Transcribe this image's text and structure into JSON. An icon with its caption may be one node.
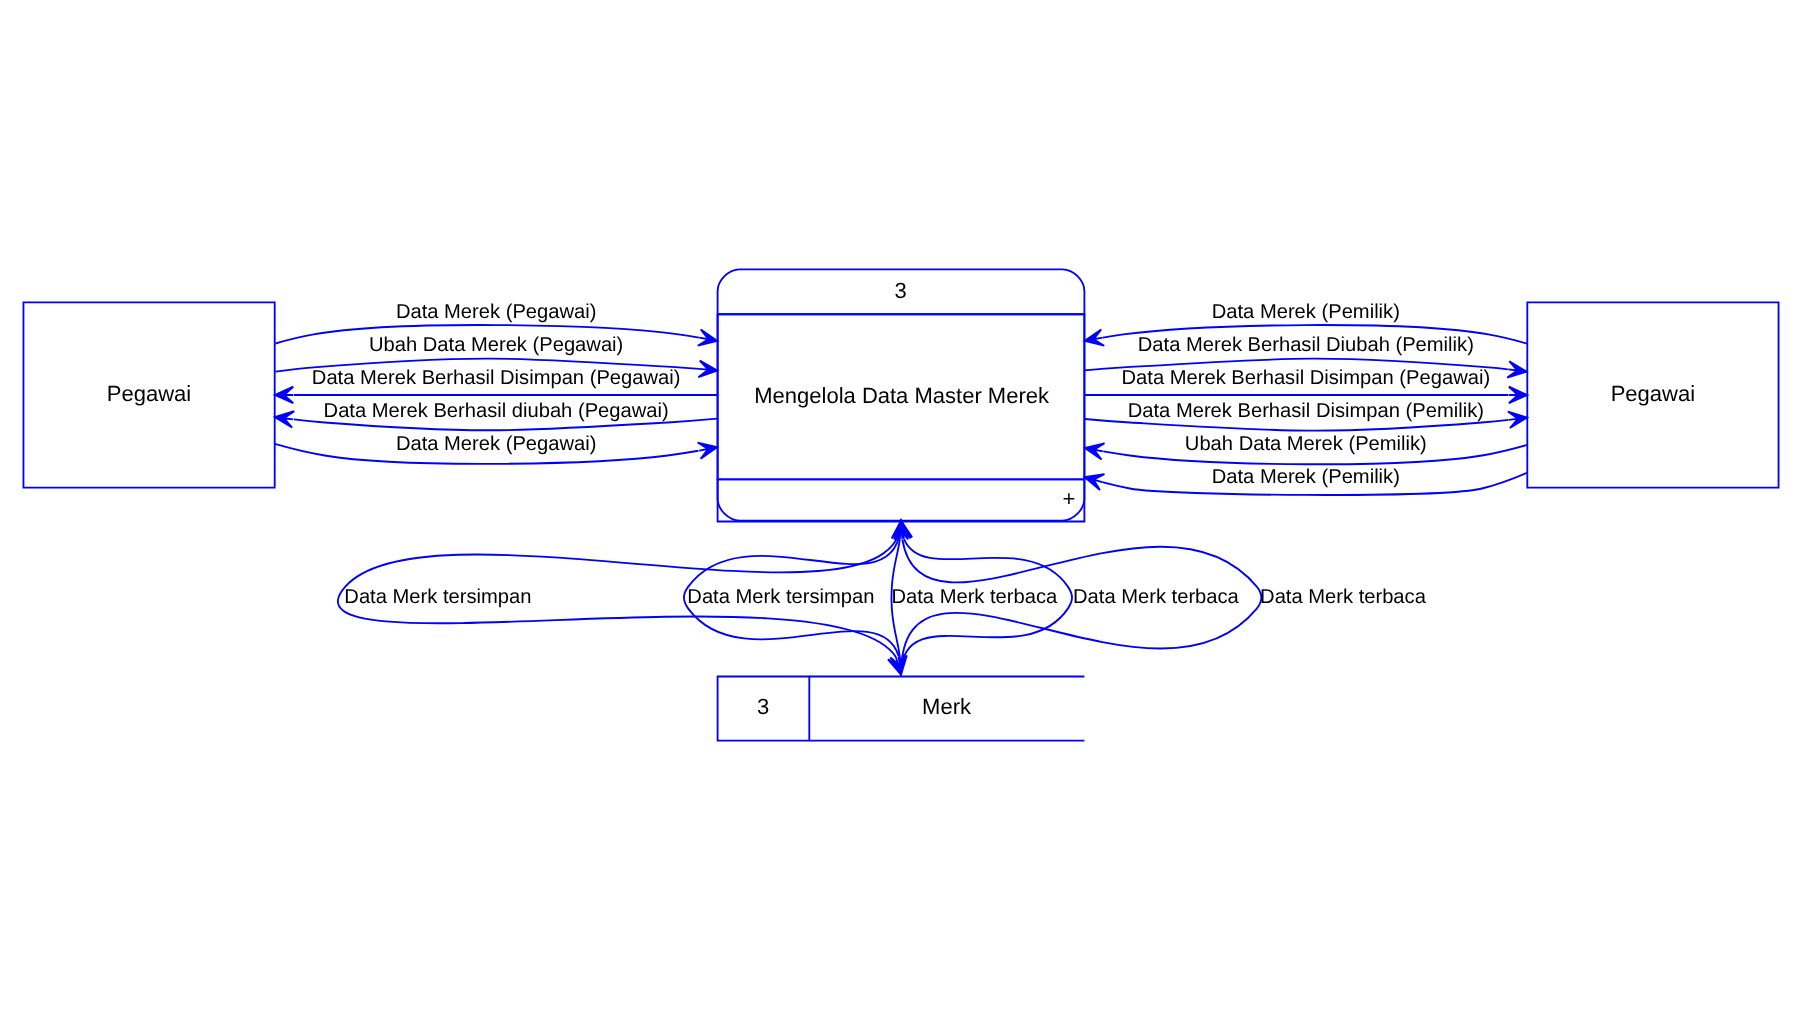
{
  "diagram": {
    "nodes": [
      {
        "text": [
          "Pegawai"
        ]
      },
      {
        "text": [
          "3",
          "Mengelola Data Master Merek",
          "+"
        ]
      },
      {
        "text": [
          "Pegawai"
        ]
      },
      {
        "text": [
          "3",
          "Merk"
        ]
      }
    ],
    "edges": [
      {
        "from": 0,
        "to": 1,
        "arrow": "to",
        "label": "Data Merek (Pegawai)"
      },
      {
        "from": 0,
        "to": 1,
        "arrow": "to",
        "label": "Data Merek (Pegawai)"
      },
      {
        "from": 1,
        "to": 0,
        "arrow": "to",
        "label": "Data Merek Berhasil diubah (Pegawai)"
      },
      {
        "from": 1,
        "to": 0,
        "arrow": "to",
        "label": "Data Merek Berhasil Disimpan (Pegawai)"
      },
      {
        "from": 0,
        "to": 1,
        "arrow": "to",
        "label": "Ubah Data Merek (Pegawai)"
      },
      {
        "from": 1,
        "to": 2,
        "arrow": "to",
        "label": "Data Merek Berhasil Disimpan (Pemilik)"
      },
      {
        "from": 2,
        "to": 1,
        "arrow": "to",
        "label": "Data Merek (Pemilik)"
      },
      {
        "from": 2,
        "to": 1,
        "arrow": "to",
        "label": "Data Merek (Pemilik)"
      },
      {
        "from": 1,
        "to": 2,
        "arrow": "to",
        "label": "Data Merek Berhasil Disimpan (Pegawai)"
      },
      {
        "from": 1,
        "to": 2,
        "arrow": "to",
        "label": "Data Merek Berhasil Diubah (Pemilik)"
      },
      {
        "from": 2,
        "to": 1,
        "arrow": "to",
        "label": "Ubah Data Merek (Pemilik)"
      },
      {
        "from": 1,
        "to": 3,
        "arrow": "to",
        "label": "Data Merk tersimpan"
      },
      {
        "from": 3,
        "to": 1,
        "arrow": "to",
        "label": "Data Merk terbaca"
      },
      {
        "from": 3,
        "to": 1,
        "arrow": "to",
        "label": "Data Merk terbaca"
      },
      {
        "from": 3,
        "to": 1,
        "arrow": "to",
        "label": "Data Merk terbaca"
      },
      {
        "from": 1,
        "to": 3,
        "arrow": "to",
        "label": "Data Merk tersimpan"
      }
    ]
  }
}
